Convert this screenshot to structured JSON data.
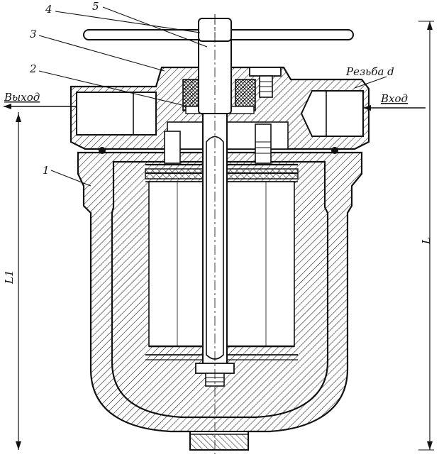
{
  "callouts": {
    "part1": "1",
    "part2": "2",
    "part3": "3",
    "part4": "4",
    "part5": "5"
  },
  "labels": {
    "outlet": "Выход",
    "inlet": "Вход",
    "thread": "Резьба d",
    "dim_total": "L",
    "dim_lower": "L1"
  },
  "colors": {
    "ink": "#111111",
    "paper": "#ffffff"
  }
}
